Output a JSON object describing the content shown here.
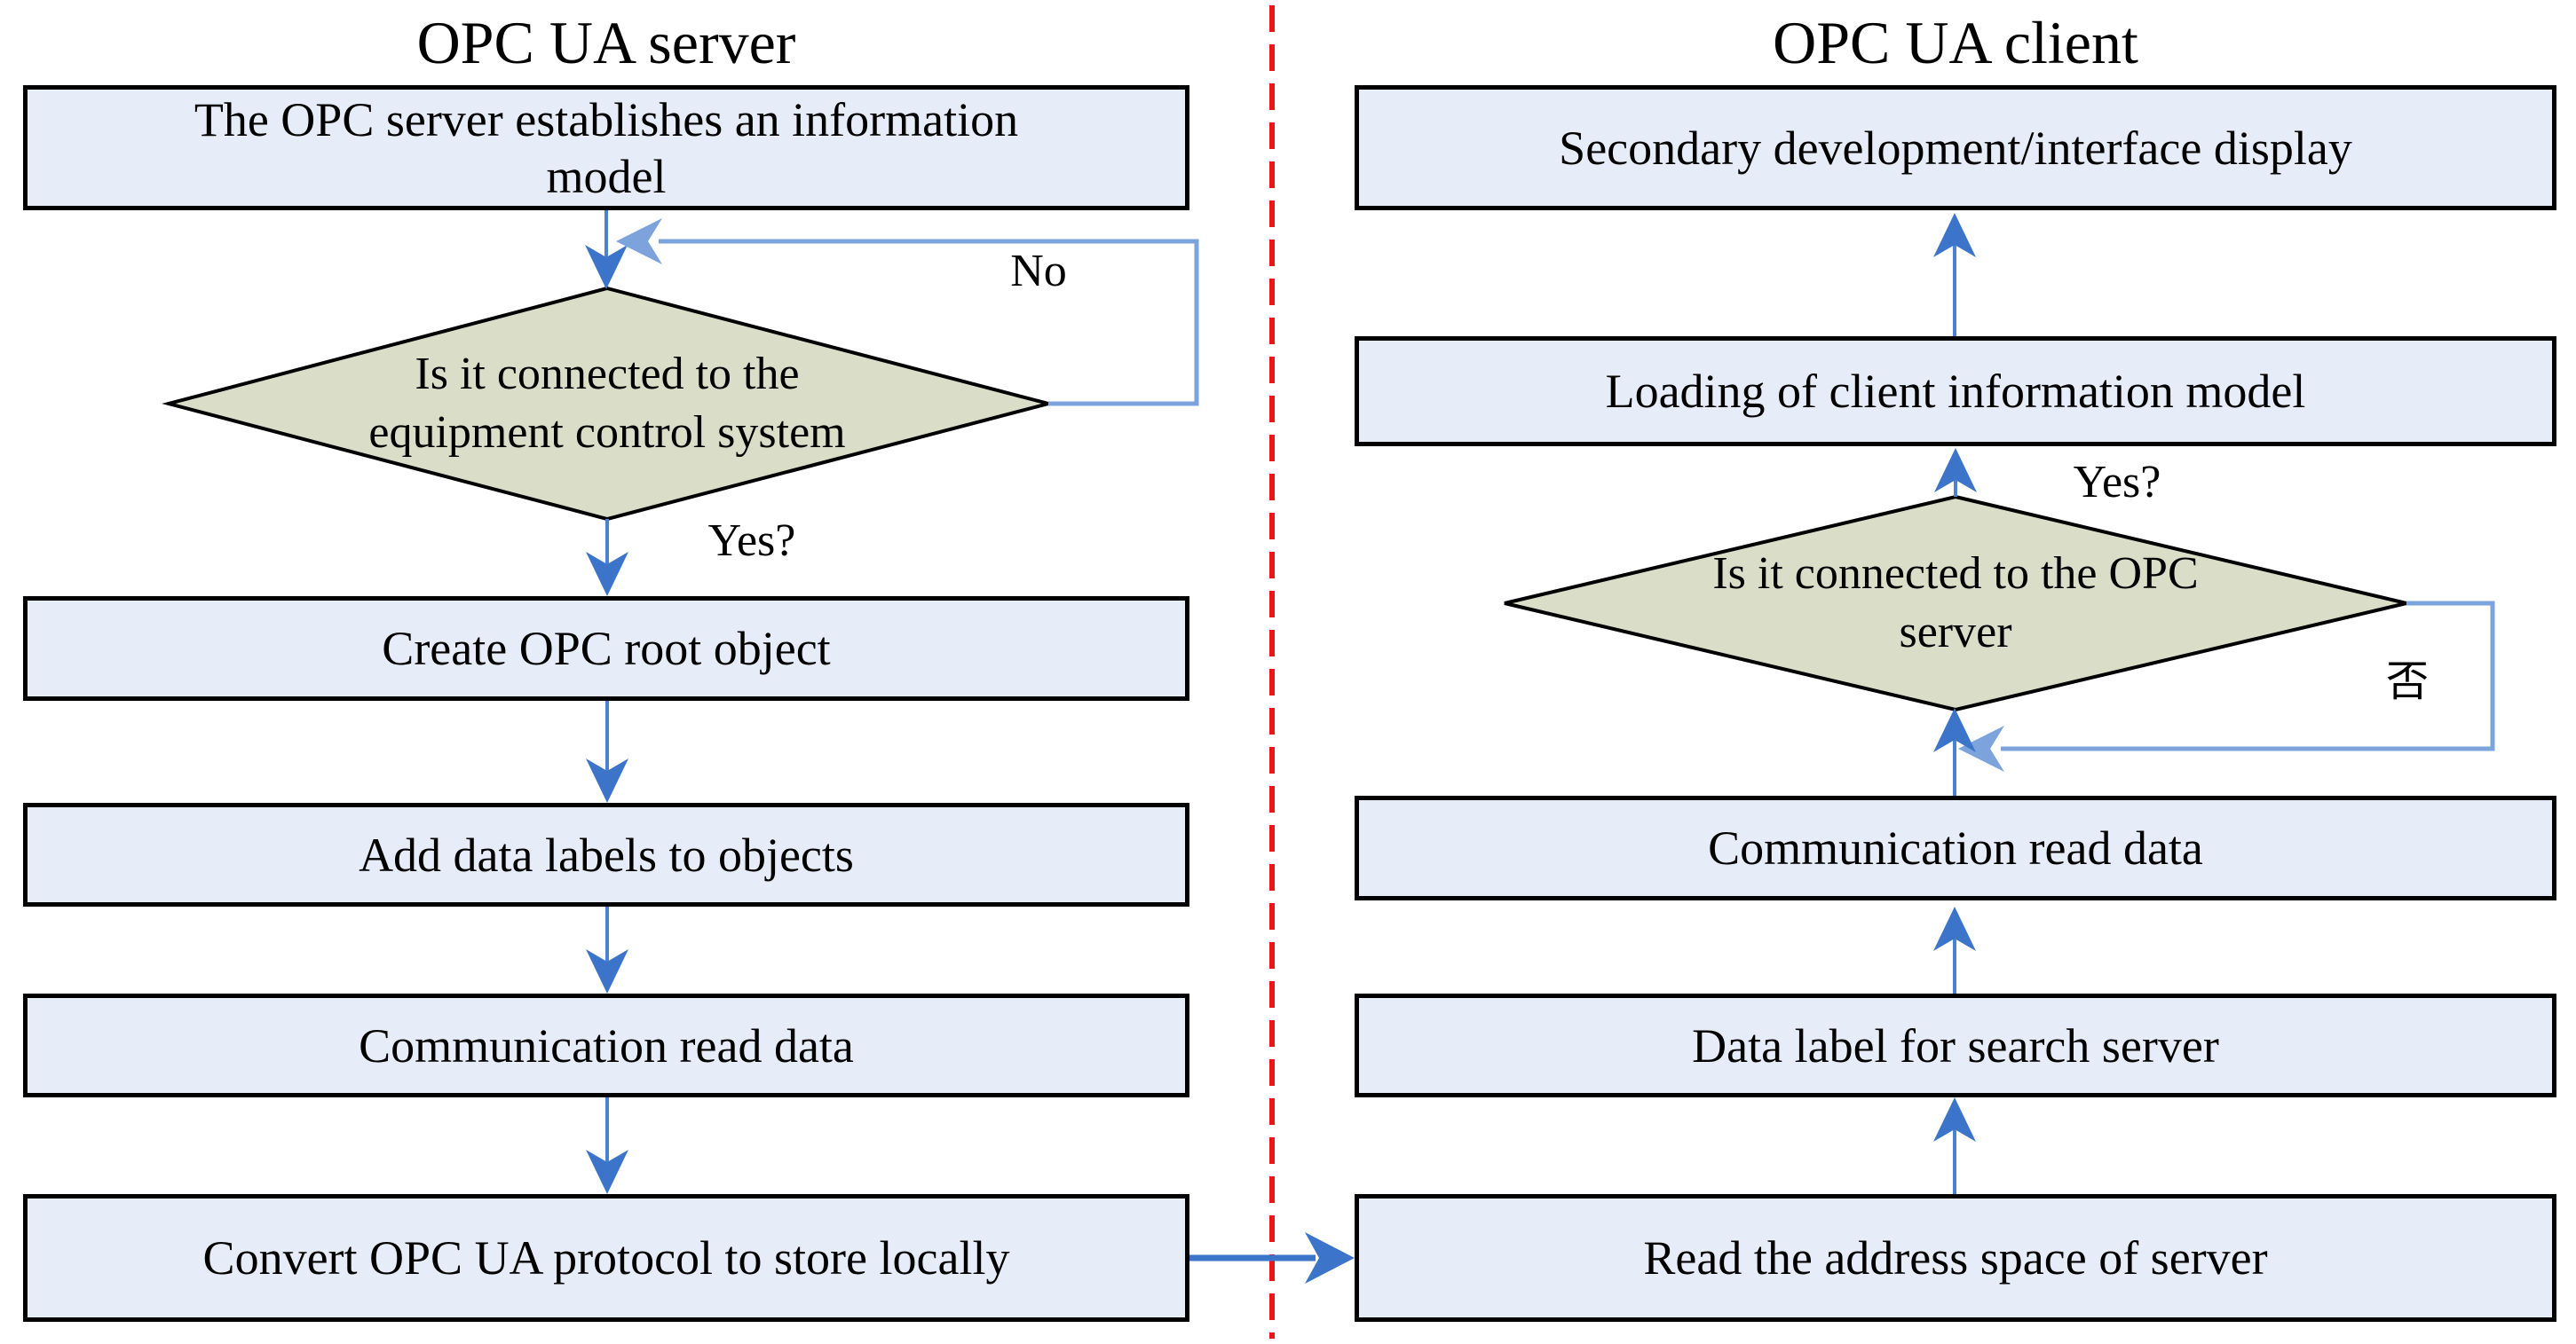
{
  "theme": {
    "box_fill": "#e7edf8",
    "box_border": "#000000",
    "diamond_fill": "#dadec9",
    "arrow_blue": "#3b74c8",
    "line_blue": "#4a82d2",
    "loop_blue": "#7da3dc",
    "divider_red": "#ee1515",
    "text_color": "#000000"
  },
  "server": {
    "title": "OPC UA server",
    "box1": "The OPC server establishes an information model",
    "decision": "Is it connected to the equipment control system",
    "no_label": "No",
    "yes_label": "Yes?",
    "box2": "Create OPC root object",
    "box3": "Add data labels to objects",
    "box4": "Communication read data",
    "box5": "Convert OPC UA protocol to store locally"
  },
  "client": {
    "title": "OPC UA client",
    "box1": "Secondary development/interface display",
    "box2": "Loading of client information model",
    "yes_label": "Yes?",
    "decision": "Is it connected to the OPC server",
    "no_label": "否",
    "box3": "Communication read data",
    "box4": "Data label for search server",
    "box5": "Read the address space of server"
  }
}
